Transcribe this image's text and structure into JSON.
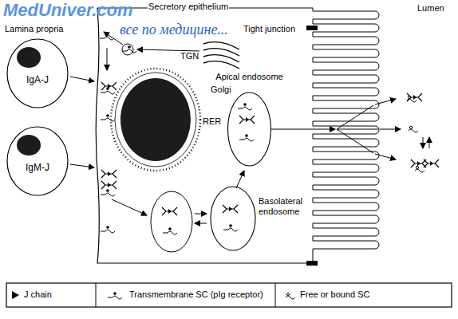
{
  "diagram": {
    "nodes": [
      {
        "text": [
          "IgA-J"
        ]
      },
      {
        "text": [
          "IgM-J"
        ]
      },
      {
        "text": [
          "Apical endosome"
        ]
      },
      {
        "text": [
          "Basolateral endosome"
        ]
      }
    ],
    "labels": [
      "MedUniver.com",
      "все по медицине...",
      "Lamina propria",
      "Secretory epithelium",
      "Lumen",
      "Tight junction",
      "TGN",
      "Golgi",
      "RER"
    ],
    "legend": [
      {
        "text": "J chain"
      },
      {
        "text": "Transmembrane SC (pIg receptor)"
      },
      {
        "text": "Free or bound SC"
      }
    ]
  }
}
